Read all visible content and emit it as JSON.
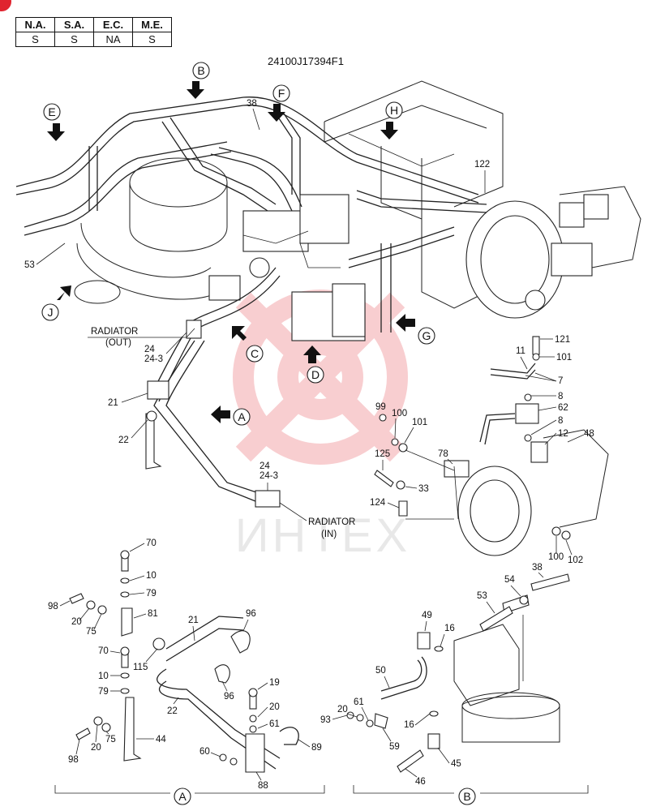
{
  "corner_badge": {
    "color": "#e0242f"
  },
  "applicability_table": {
    "headers": [
      "N.A.",
      "S.A.",
      "E.C.",
      "M.E."
    ],
    "values": [
      "S",
      "S",
      "NA",
      "S"
    ]
  },
  "drawing_number": "24100J17394F1",
  "watermark": {
    "text": "ИНТЕХ",
    "color": "#e0242f"
  },
  "view_markers": [
    "A",
    "B",
    "C",
    "D",
    "E",
    "F",
    "G",
    "H",
    "J"
  ],
  "labels": {
    "radiator_out_line1": "RADIATOR",
    "radiator_out_line2": "(OUT)",
    "radiator_in_line1": "RADIATOR",
    "radiator_in_line2": "(IN)",
    "section_a": "A",
    "section_b": "B"
  },
  "part_callouts": {
    "p38_top": "38",
    "p122": "122",
    "p53_top": "53",
    "p24_out": "24",
    "p24_3_out": "24-3",
    "p21_main": "21",
    "p22_main": "22",
    "p24_in": "24",
    "p24_3_in": "24-3",
    "p121": "121",
    "p11": "11",
    "p101_a": "101",
    "p7": "7",
    "p8_a": "8",
    "p62": "62",
    "p8_b": "8",
    "p12": "12",
    "p48": "48",
    "p99": "99",
    "p100_a": "100",
    "p101_b": "101",
    "p125": "125",
    "p78": "78",
    "p33": "33",
    "p124": "124",
    "p100_b": "100",
    "p102": "102",
    "a_p70_top": "70",
    "a_p10_top": "10",
    "a_p79_top": "79",
    "a_p98_top": "98",
    "a_p20_top": "20",
    "a_p75_top": "75",
    "a_p81": "81",
    "a_p21": "21",
    "a_p96_top": "96",
    "a_p70_mid": "70",
    "a_p115": "115",
    "a_p10_mid": "10",
    "a_p79_mid": "79",
    "a_p96_mid": "96",
    "a_p19": "19",
    "a_p22": "22",
    "a_p20_r": "20",
    "a_p61": "61",
    "a_p98_bot": "98",
    "a_p20_bot": "20",
    "a_p75_bot": "75",
    "a_p44": "44",
    "a_p89": "89",
    "a_p60": "60",
    "a_p88": "88",
    "b_p54": "54",
    "b_p38": "38",
    "b_p53": "53",
    "b_p49": "49",
    "b_p16_top": "16",
    "b_p50": "50",
    "b_p61": "61",
    "b_p20": "20",
    "b_p93": "93",
    "b_p59": "59",
    "b_p16_bot": "16",
    "b_p45": "45",
    "b_p46": "46"
  }
}
